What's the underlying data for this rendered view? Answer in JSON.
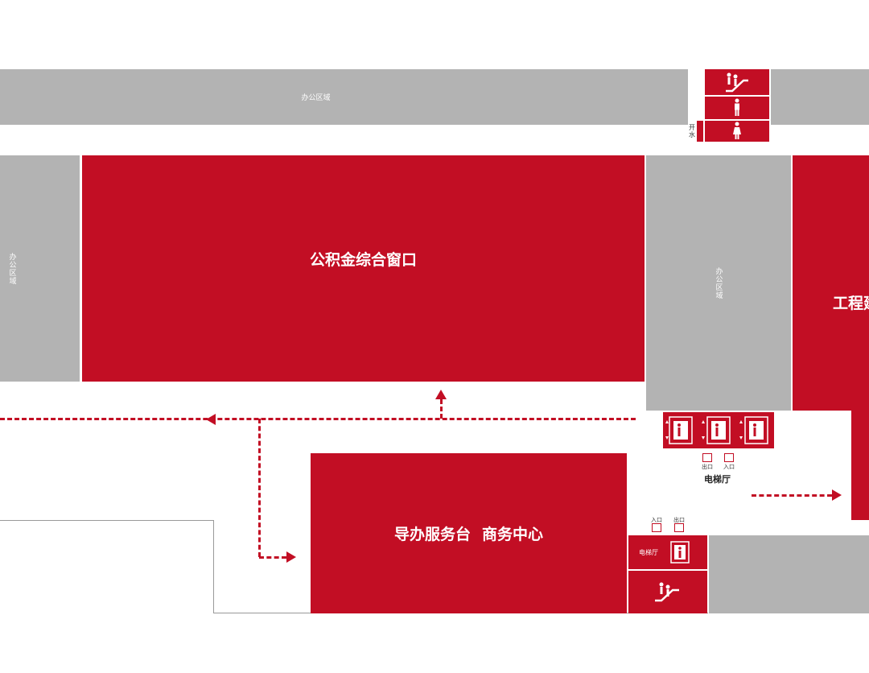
{
  "map": {
    "office_label": "办公区域",
    "water_label": "开水",
    "housing_fund_window": "公积金综合窗口",
    "engineering_partial": "工程建",
    "guide_service_desk": "导办服务台",
    "business_center": "商务中心",
    "elevator_hall": "电梯厅",
    "exit_label": "出口",
    "entry_label": "入口"
  },
  "colors": {
    "accent_red": "#c20e24",
    "office_gray": "#b3b3b3",
    "background": "#ffffff"
  },
  "icons": [
    "escalator-icon",
    "male-restroom-icon",
    "female-restroom-icon",
    "elevator-icon",
    "exit-sign-icon",
    "entry-sign-icon"
  ]
}
